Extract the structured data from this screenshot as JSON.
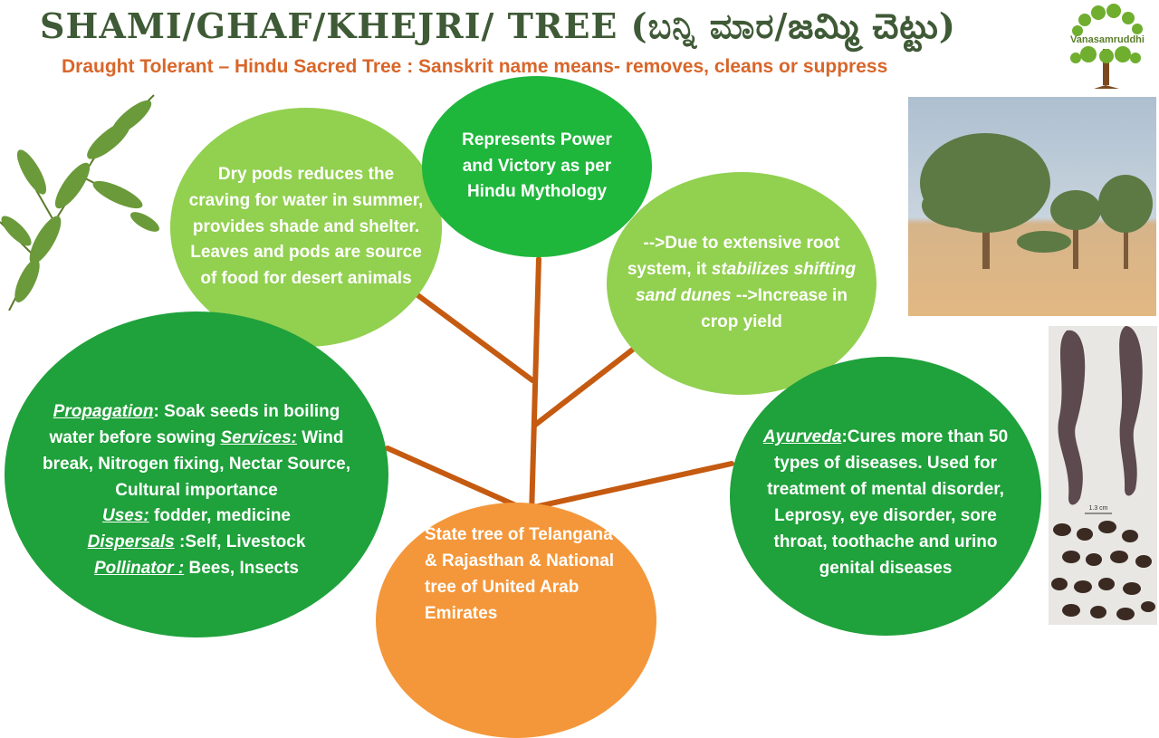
{
  "header": {
    "title": "SHAMI/GHAF/KHEJRI/ TREE (ಬನ್ನಿ ಮಾರ/జమ్మి చెట్టు)",
    "subtitle": "Draught Tolerant – Hindu Sacred Tree : Sanskrit name means- removes, cleans or suppress",
    "logo_text": "Vanasamruddhi"
  },
  "nodes": {
    "dry_pods": "Dry pods reduces the craving for water in summer, provides shade and shelter. Leaves and pods are source of food for desert animals",
    "power": "Represents Power and Victory as per Hindu Mythology",
    "root": {
      "line1": "-->Due to extensive root system, it",
      "italic": "stabilizes shifting sand dunes",
      "line2": "-->Increase in crop yield"
    },
    "propagation": {
      "propagation_label": "Propagation",
      "propagation_text": ": Soak seeds in boiling water before sowing",
      "services_label": "Services:",
      "services_text": " Wind break, Nitrogen  fixing, Nectar Source, Cultural importance",
      "uses_label": "Uses:",
      "uses_text": "  fodder, medicine",
      "dispersals_label": "Dispersals",
      "dispersals_text": " :Self, Livestock",
      "pollinator_label": "Pollinator :",
      "pollinator_text": " Bees, Insects"
    },
    "ayurveda": {
      "label": "Ayurveda",
      "text": ":Cures more than 50 types of diseases. Used for treatment of  mental disorder, Leprosy, eye disorder, sore throat, toothache and urino genital diseases"
    },
    "state_tree": "State tree of Telangana & Rajasthan & National tree of United Arab Emirates"
  },
  "photos": {
    "scale_label": "1.3 cm"
  },
  "colors": {
    "title": "#3f5a36",
    "subtitle": "#d8662a",
    "light_green": "#92d050",
    "dark_green": "#1fa13b",
    "orange": "#f4973a",
    "branch": "#c55a11"
  }
}
